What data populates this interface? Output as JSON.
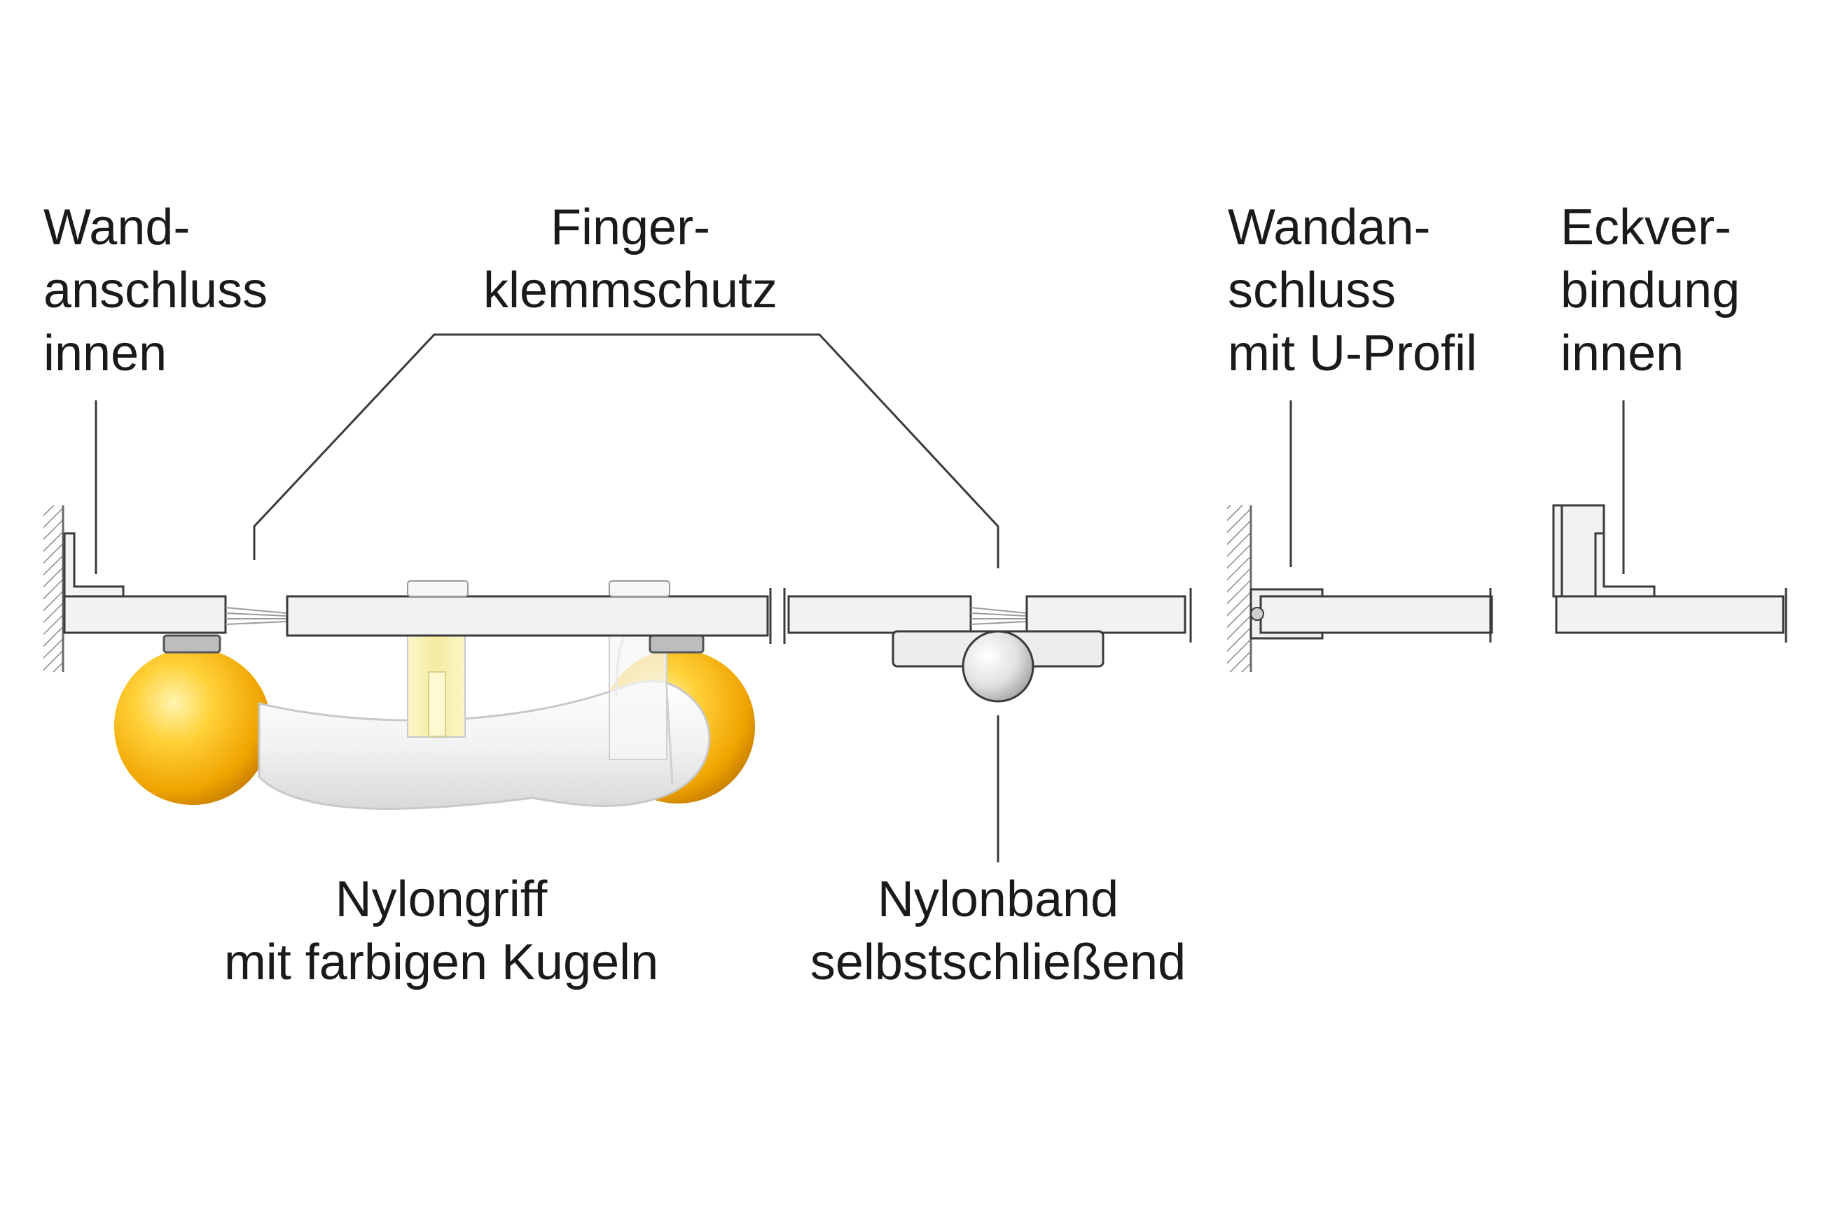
{
  "labels": {
    "wall_inner": [
      "Wand-",
      "anschluss",
      "innen"
    ],
    "finger_guard": [
      "Finger-",
      "klemmschutz"
    ],
    "wall_u_profile": [
      "Wandan-",
      "schluss",
      "mit U-Profil"
    ],
    "corner_inner": [
      "Eckver-",
      "bindung",
      "innen"
    ],
    "nylon_handle": [
      "Nylongriff",
      "mit farbigen Kugeln"
    ],
    "nylon_hinge": [
      "Nylonband",
      "selbstschließend"
    ]
  },
  "colors": {
    "line": "#3a3a3a",
    "panel_fill": "#f1f1f1",
    "ball_yellow": "#f5b000",
    "hatch": "#8a8a8a"
  }
}
